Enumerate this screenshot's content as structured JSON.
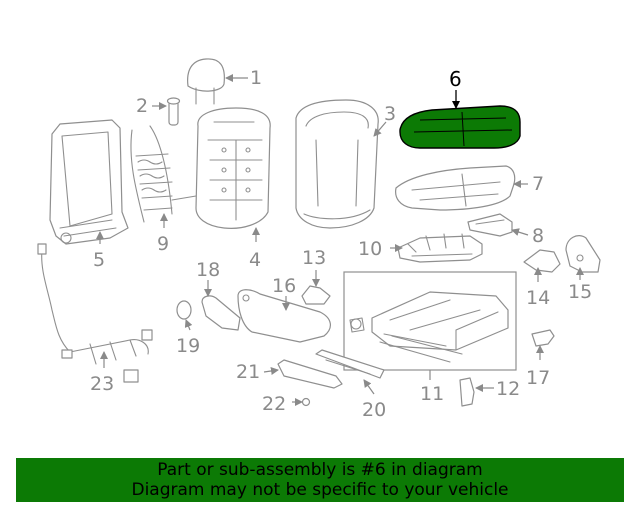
{
  "diagram": {
    "callouts": {
      "c1": "1",
      "c2": "2",
      "c3": "3",
      "c4": "4",
      "c5": "5",
      "c6": "6",
      "c7": "7",
      "c8": "8",
      "c9": "9",
      "c10": "10",
      "c11": "11",
      "c12": "12",
      "c13": "13",
      "c14": "14",
      "c15": "15",
      "c16": "16",
      "c17": "17",
      "c18": "18",
      "c19": "19",
      "c20": "20",
      "c21": "21",
      "c22": "22",
      "c23": "23"
    },
    "highlighted_part": "6",
    "colors": {
      "highlight_fill": "#0c7a05",
      "line_art": "#8f8f8f",
      "banner_bg": "#0c7a05"
    }
  },
  "banner": {
    "line1": "Part or sub-assembly is #6 in diagram",
    "line2": "Diagram may not be specific to your vehicle"
  }
}
